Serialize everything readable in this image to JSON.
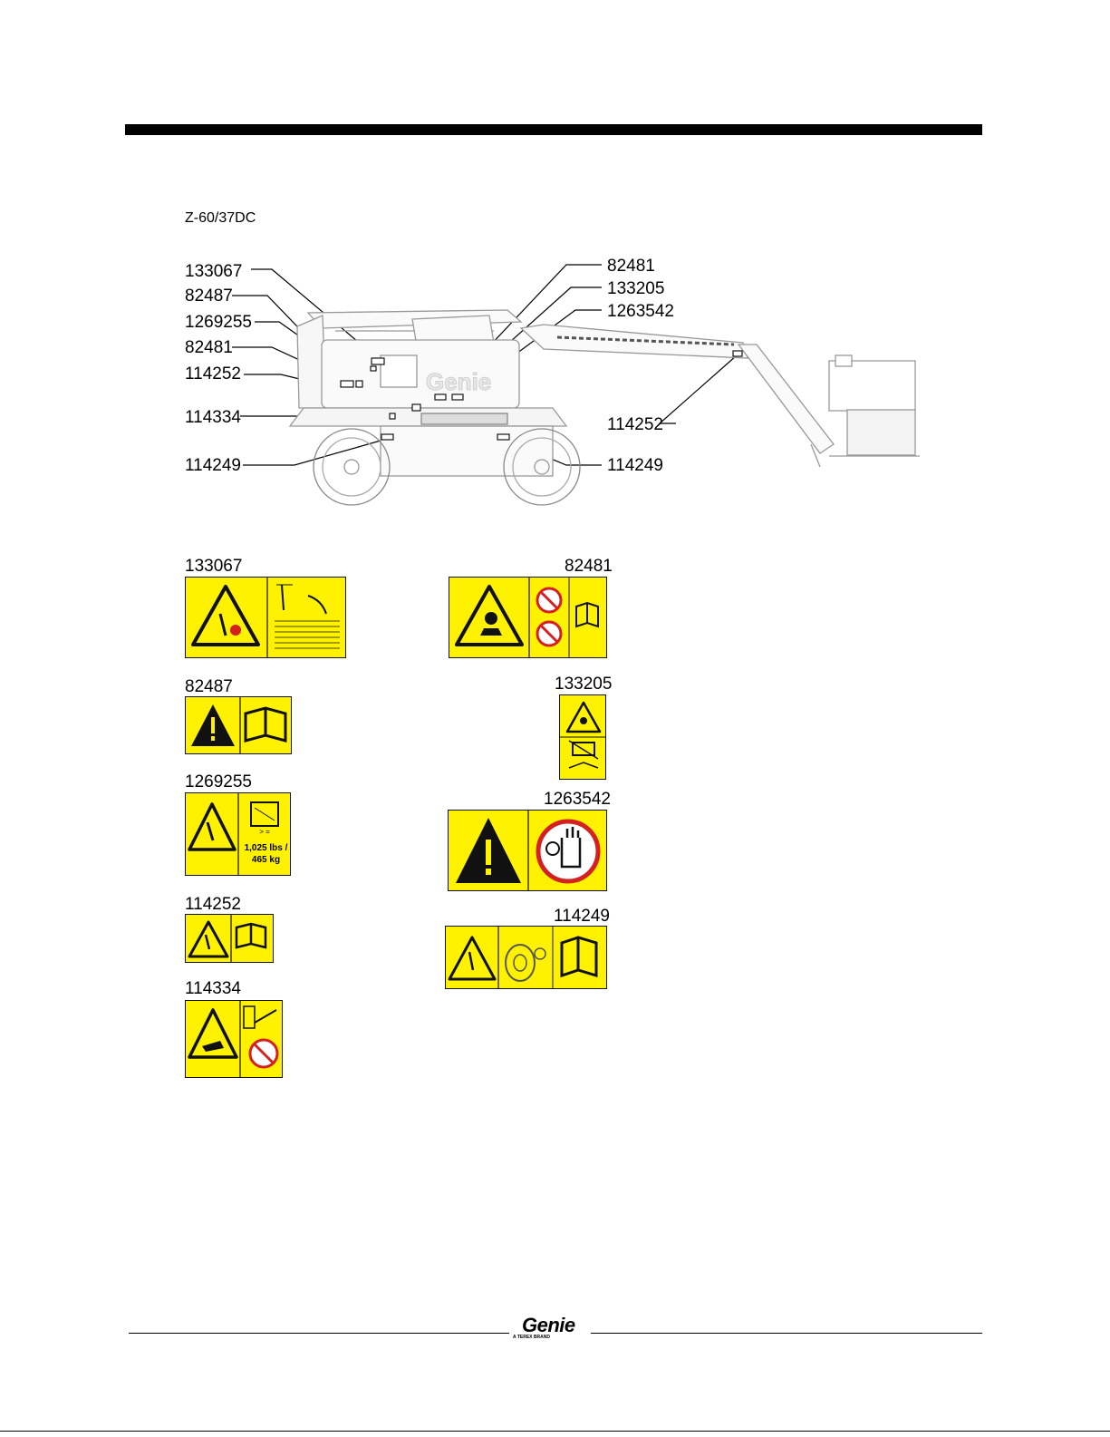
{
  "model": "Z-60/37DC",
  "callouts": {
    "left": [
      "133067",
      "82487",
      "1269255",
      "82481",
      "114252",
      "114334",
      "114249"
    ],
    "right": [
      "82481",
      "133205",
      "1263542",
      "114252",
      "114249"
    ]
  },
  "decals": {
    "d133067": "133067",
    "d82481": "82481",
    "d82487": "82487",
    "d133205": "133205",
    "d1269255": "1269255",
    "d1263542": "1263542",
    "d114252": "114252",
    "d114249": "114249",
    "d114334": "114334"
  },
  "decal_text": {
    "weight_line1": "1,025 lbs /",
    "weight_line2": "465 kg"
  },
  "footer": {
    "brand": "Genie",
    "tagline": "A TEREX BRAND"
  },
  "colors": {
    "decal_yellow": "#fff200",
    "prohibition_red": "#d42020"
  }
}
